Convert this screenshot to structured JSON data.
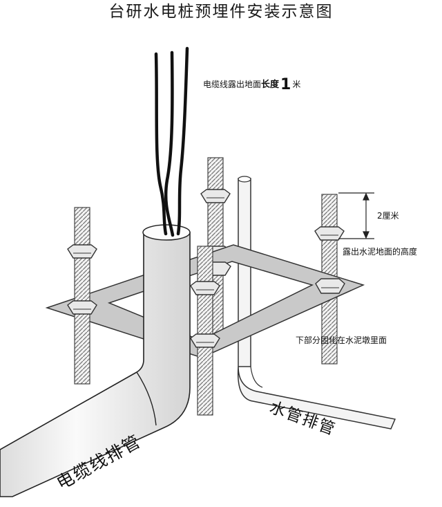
{
  "title": "台研水电桩预埋件安装示意图",
  "labels": {
    "cable_exposed_prefix": "电缆线露出地面",
    "cable_exposed_emph": "长度",
    "cable_exposed_num": "1",
    "cable_exposed_unit": "米",
    "dimension": "2厘米",
    "bolt_exposed": "露出水泥地面的高度",
    "embedded_part": "下部分固化在水泥墩里面",
    "water_pipe": "水管排管",
    "cable_pipe": "电缆线排管"
  },
  "colors": {
    "plate": "#c9c9c9",
    "pipe": "#f1f1f1",
    "outline": "#222222",
    "cable": "#111111"
  }
}
